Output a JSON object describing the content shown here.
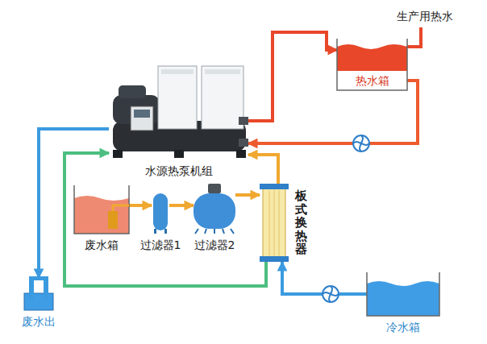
{
  "diagram": {
    "nodes": [
      {
        "text": [
          "热水箱"
        ]
      },
      {
        "text": [
          "水源热泵机组"
        ]
      },
      {
        "text": [
          "废水箱"
        ]
      },
      {
        "text": [
          "过滤器1"
        ]
      },
      {
        "text": [
          "过滤器2"
        ]
      },
      {
        "text": [
          "板式换热器"
        ]
      },
      {
        "text": [
          "废水出"
        ]
      },
      {
        "text": [
          "冷水箱"
        ]
      }
    ],
    "edges": [
      {
        "from": 1,
        "to": 0,
        "arrow": "to"
      },
      {
        "from": 0,
        "to": 1,
        "arrow": "to"
      },
      {
        "from": 2,
        "to": 3,
        "arrow": "to"
      },
      {
        "from": 3,
        "to": 4,
        "arrow": "to"
      },
      {
        "from": 4,
        "to": 5,
        "arrow": "to"
      },
      {
        "from": 5,
        "to": 1,
        "arrow": "to"
      },
      {
        "from": 5,
        "to": 1,
        "arrow": "to"
      },
      {
        "from": 1,
        "to": 6,
        "arrow": "to"
      },
      {
        "from": 7,
        "to": 5,
        "arrow": "to"
      }
    ],
    "labels": [
      "生产用热水"
    ]
  }
}
